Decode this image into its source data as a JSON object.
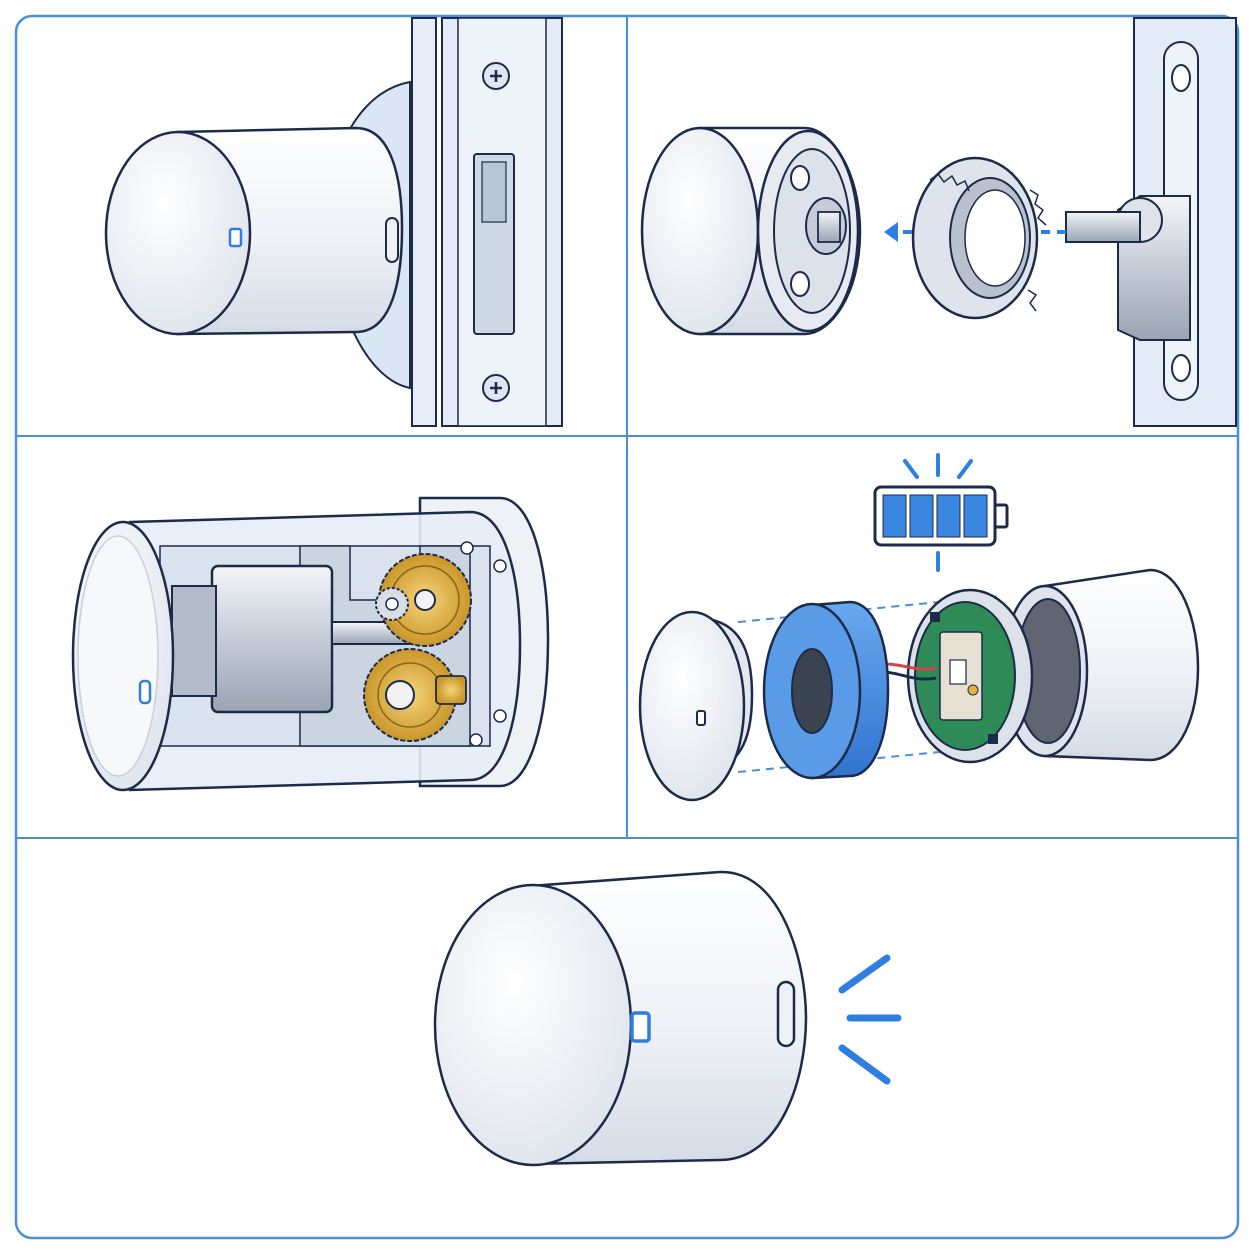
{
  "diagram": {
    "panels": [
      {
        "id": "mounted-on-door"
      },
      {
        "id": "adapter-exploded"
      },
      {
        "id": "motor-gearbox-cutaway"
      },
      {
        "id": "battery-exploded"
      },
      {
        "id": "finished-lock-signal"
      }
    ],
    "battery_level_segments": 4,
    "battery_level_filled": 4,
    "colors": {
      "frame": "#4a90d9",
      "outline": "#1d2b4a",
      "body": "#eef1f6",
      "door": "#e3ebf6",
      "accent": "#2f7fe0",
      "battery_sleeve": "#3b86e0",
      "gear": "#e2b43a",
      "pcb": "#2e8b57",
      "wire": "#d64545"
    },
    "icons": [
      "battery-icon",
      "signal-icon",
      "led-indicator-icon",
      "screw-icon"
    ]
  }
}
